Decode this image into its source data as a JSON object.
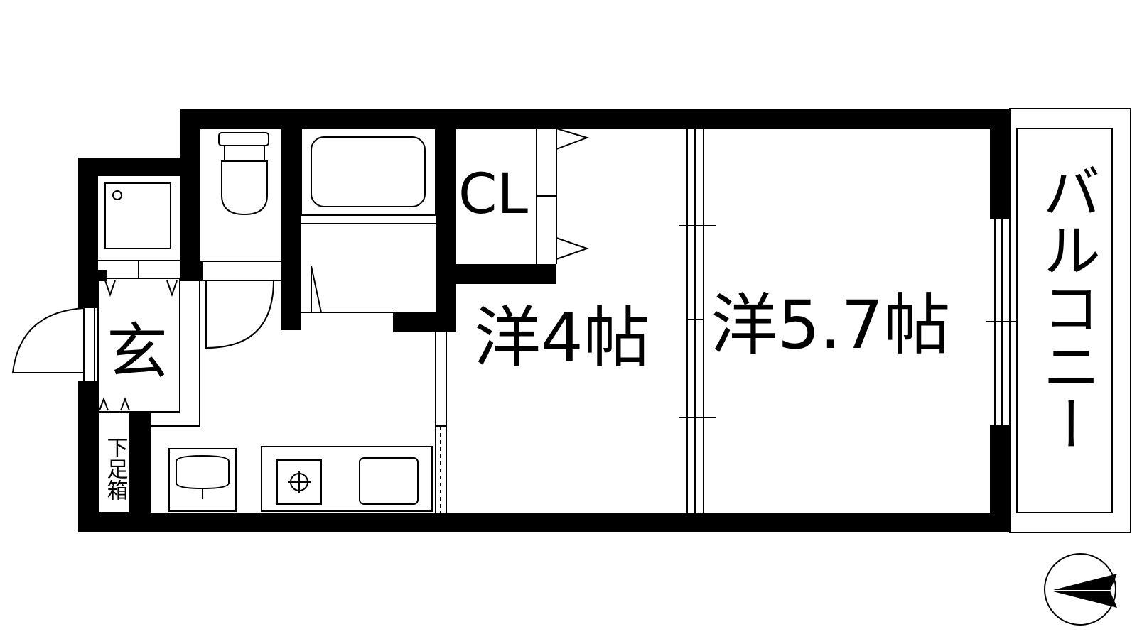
{
  "rooms": {
    "western_4": "洋4帖",
    "western_5_7": "洋5.7帖",
    "closet": "CL",
    "entrance": "玄",
    "shoe_box": "下足箱",
    "balcony": "バルコニー"
  },
  "colors": {
    "wall": "#000000",
    "background": "#ffffff",
    "line": "#000000"
  }
}
